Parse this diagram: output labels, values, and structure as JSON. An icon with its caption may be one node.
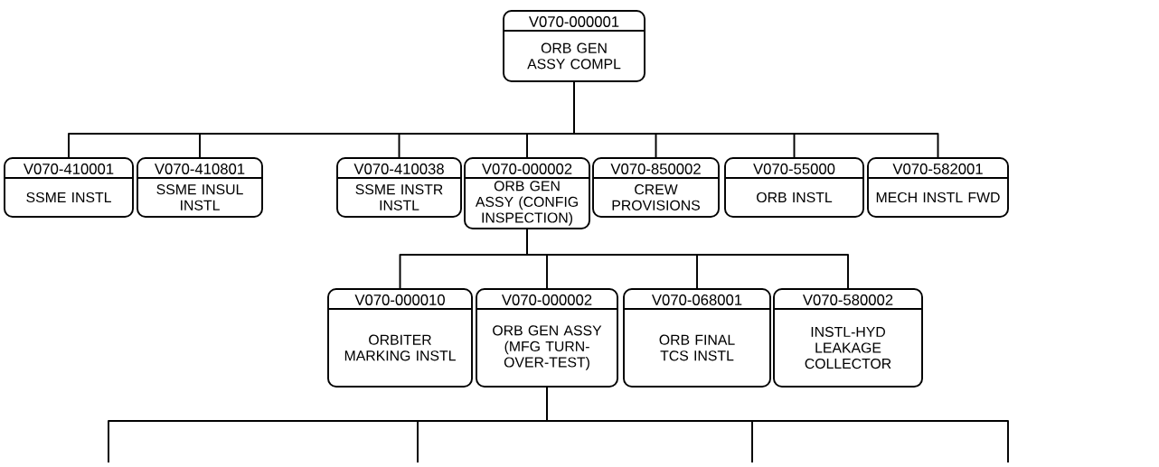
{
  "diagram": {
    "nodes": [
      {
        "text": [
          "V070-000001",
          "ORB GEN ASSY COMPL"
        ]
      },
      {
        "text": [
          "V070-410001",
          "SSME INSTL"
        ]
      },
      {
        "text": [
          "V070-410801",
          "SSME INSUL INSTL"
        ]
      },
      {
        "text": [
          "V070-410038",
          "SSME INSTR INSTL"
        ]
      },
      {
        "text": [
          "V070-000002",
          "ORB GEN ASSY (CONFIG INSPECTION)"
        ]
      },
      {
        "text": [
          "V070-850002",
          "CREW PROVISIONS"
        ]
      },
      {
        "text": [
          "V070-55000",
          "ORB INSTL"
        ]
      },
      {
        "text": [
          "V070-582001",
          "MECH INSTL FWD"
        ]
      },
      {
        "text": [
          "V070-000010",
          "ORBITER MARKING INSTL"
        ]
      },
      {
        "text": [
          "V070-000002",
          "ORB GEN ASSY (MFG TURN-OVER-TEST)"
        ]
      },
      {
        "text": [
          "V070-068001",
          "ORB FINAL TCS INSTL"
        ]
      },
      {
        "text": [
          "V070-580002",
          "INSTL-HYD LEAKAGE COLLECTOR"
        ]
      }
    ],
    "edges": [
      {
        "from": 0,
        "to": 1,
        "arrow": "none"
      },
      {
        "from": 0,
        "to": 2,
        "arrow": "none"
      },
      {
        "from": 0,
        "to": 3,
        "arrow": "none"
      },
      {
        "from": 0,
        "to": 4,
        "arrow": "none"
      },
      {
        "from": 0,
        "to": 5,
        "arrow": "none"
      },
      {
        "from": 0,
        "to": 6,
        "arrow": "none"
      },
      {
        "from": 0,
        "to": 7,
        "arrow": "none"
      },
      {
        "from": 4,
        "to": 8,
        "arrow": "none"
      },
      {
        "from": 4,
        "to": 9,
        "arrow": "none"
      },
      {
        "from": 4,
        "to": 10,
        "arrow": "none"
      },
      {
        "from": 4,
        "to": 11,
        "arrow": "none"
      },
      {
        "from": 9,
        "to": null,
        "arrow": "none"
      },
      {
        "from": 9,
        "to": null,
        "arrow": "none"
      },
      {
        "from": 9,
        "to": null,
        "arrow": "none"
      },
      {
        "from": 9,
        "to": null,
        "arrow": "none"
      }
    ]
  }
}
